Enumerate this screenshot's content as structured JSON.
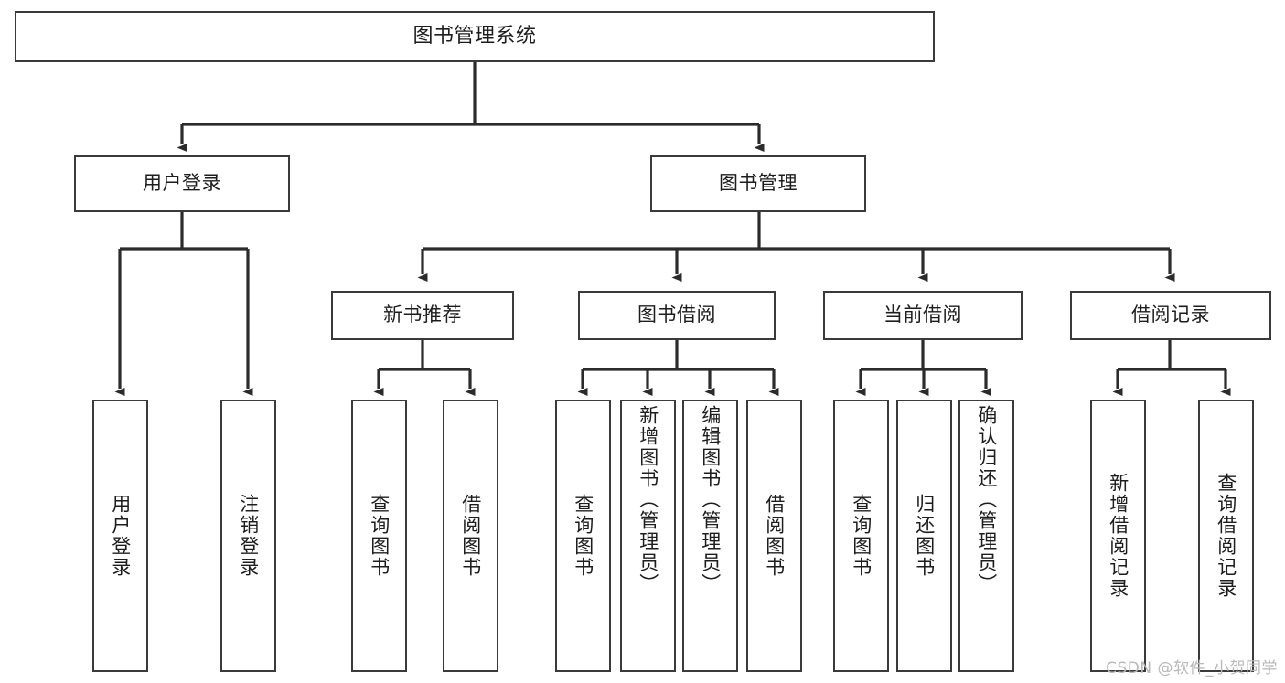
{
  "diagram": {
    "title": "图书管理系统",
    "type": "tree-hierarchy",
    "watermark": "CSDN @软件_小贺同学",
    "colors": {
      "background": "#ffffff",
      "box_border": "#3a3a3a",
      "box_fill": "#ffffff",
      "connector": "#2b2b2b",
      "text": "#1d1d1d",
      "watermark": "#b8b8b8"
    },
    "nodes": {
      "root": {
        "label": "图书管理系统"
      },
      "level2": [
        {
          "id": "user-login",
          "label": "用户登录"
        },
        {
          "id": "book-management",
          "label": "图书管理"
        }
      ],
      "level3": [
        {
          "id": "new-book-recommend",
          "label": "新书推荐"
        },
        {
          "id": "book-borrow",
          "label": "图书借阅"
        },
        {
          "id": "current-borrow",
          "label": "当前借阅"
        },
        {
          "id": "borrow-record",
          "label": "借阅记录"
        }
      ],
      "leaves": {
        "user_login": [
          {
            "id": "leaf-user-login",
            "label": "用户登录"
          },
          {
            "id": "leaf-logout",
            "label": "注销登录"
          }
        ],
        "new_book_recommend": [
          {
            "id": "leaf-query-book-1",
            "label": "查询图书"
          },
          {
            "id": "leaf-borrow-book-1",
            "label": "借阅图书"
          }
        ],
        "book_borrow": [
          {
            "id": "leaf-query-book-2",
            "label": "查询图书"
          },
          {
            "id": "leaf-add-book",
            "label": "新增图书（管理员）"
          },
          {
            "id": "leaf-edit-book",
            "label": "编辑图书（管理员）"
          },
          {
            "id": "leaf-borrow-book-2",
            "label": "借阅图书"
          }
        ],
        "current_borrow": [
          {
            "id": "leaf-query-book-3",
            "label": "查询图书"
          },
          {
            "id": "leaf-return-book",
            "label": "归还图书"
          },
          {
            "id": "leaf-confirm-return",
            "label": "确认归还（管理员）"
          }
        ],
        "borrow_record": [
          {
            "id": "leaf-add-record",
            "label": "新增借阅记录"
          },
          {
            "id": "leaf-query-record",
            "label": "查询借阅记录"
          }
        ]
      }
    }
  }
}
